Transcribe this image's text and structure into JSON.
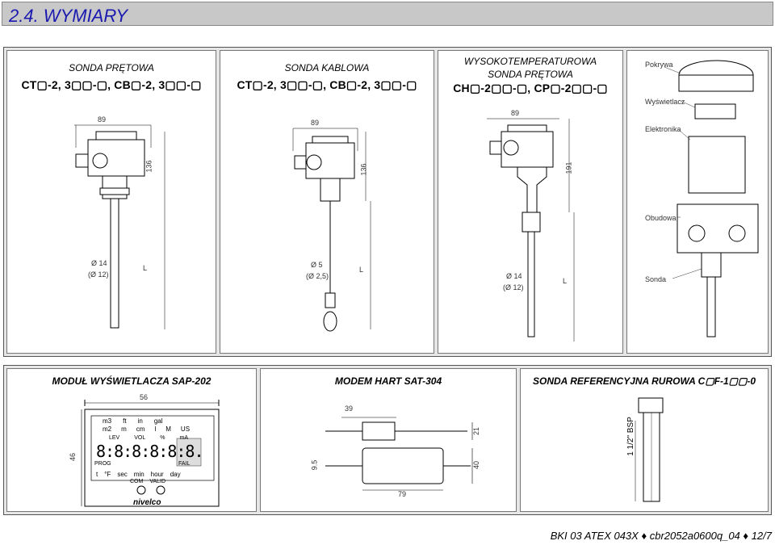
{
  "section": {
    "title": "2.4. WYMIARY"
  },
  "top": {
    "probe_rod": {
      "title": "SONDA PRĘTOWA",
      "models": "CT▢-2, 3▢▢-▢, CB▢-2, 3▢▢-▢",
      "dim_width": "89",
      "dim_height": "136",
      "dia_top": "Ø 14",
      "dia_bottom": "(Ø 12)",
      "length": "L"
    },
    "probe_cable": {
      "title": "SONDA KABLOWA",
      "models": "CT▢-2, 3▢▢-▢, CB▢-2, 3▢▢-▢",
      "dim_width": "89",
      "dim_height": "136",
      "dia_top": "Ø 5",
      "dia_bottom": "(Ø 2,5)",
      "length": "L"
    },
    "probe_hightemp": {
      "title_line1": "WYSOKOTEMPERATUROWA",
      "title_line2": "SONDA PRĘTOWA",
      "models": "CH▢-2▢▢-▢, CP▢-2▢▢-▢",
      "dim_width": "89",
      "dim_height": "191",
      "dia_top": "Ø 14",
      "dia_bottom": "(Ø 12)",
      "length": "L"
    },
    "exploded": {
      "labels": [
        "Pokrywa",
        "Wyświetlacz",
        "Elektronika",
        "Obudowa",
        "Sonda"
      ]
    }
  },
  "bottom": {
    "display_module": {
      "title": "MODUŁ WYŚWIETLACZA SAP-202",
      "dim_width": "56",
      "dim_height": "46",
      "units_row": [
        "m3",
        "ft",
        "in",
        "gal",
        "m2",
        "m",
        "cm",
        "l",
        "M",
        "US"
      ],
      "mid_row": [
        "LEV",
        "VOL",
        "%",
        "mA"
      ],
      "digits": "8:8:8:8:8:8.",
      "side_labels": [
        "PROG",
        "FAIL"
      ],
      "bottom_row": [
        "t",
        "°F",
        "sec",
        "min",
        "hour",
        "day"
      ],
      "led_labels": [
        "COM",
        "VALID"
      ],
      "brand": "nivelco"
    },
    "hart_modem": {
      "title": "MODEM HART SAT-304",
      "dim_top": "39",
      "dim_bottom": "79",
      "dim_h1": "21",
      "dim_h2": "40",
      "dim_left": "9.5"
    },
    "ref_probe": {
      "title": "SONDA REFERENCYJNA RUROWA C▢F-1▢▢-0",
      "thread": "1 1/2\" BSP"
    }
  },
  "footer": {
    "left": "BKI 03 ATEX 043X",
    "mid": "cbr2052a0600q_04",
    "right": "12/7",
    "sep": "♦"
  }
}
